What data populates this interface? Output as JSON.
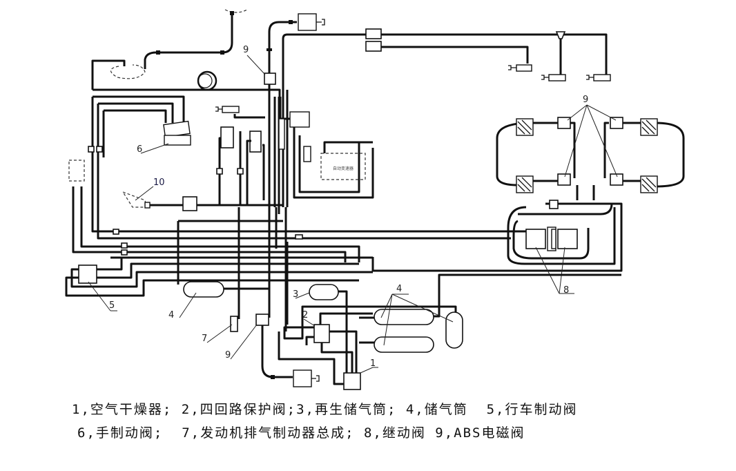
{
  "diagram": {
    "title": "Air brake system schematic",
    "callouts": {
      "c1": "1",
      "c2": "2",
      "c3": "3",
      "c4a": "4",
      "c4b": "4",
      "c5": "5",
      "c6": "6",
      "c7": "7",
      "c8": "8",
      "c9_top": "9",
      "c9_right": "9",
      "c9_bottom": "9",
      "c10": "10"
    },
    "transmission_box_label": "自动变速器"
  },
  "legend": {
    "line1": "1,空气干燥器; 2,四回路保护阀;3,再生储气筒; 4,储气筒  5,行车制动阀",
    "line2": "6,手制动阀;  7,发动机排气制动器总成; 8,继动阀 9,ABS电磁阀",
    "items": [
      {
        "number": "1",
        "label": "空气干燥器"
      },
      {
        "number": "2",
        "label": "四回路保护阀"
      },
      {
        "number": "3",
        "label": "再生储气筒"
      },
      {
        "number": "4",
        "label": "储气筒"
      },
      {
        "number": "5",
        "label": "行车制动阀"
      },
      {
        "number": "6",
        "label": "手制动阀"
      },
      {
        "number": "7",
        "label": "发动机排气制动器总成"
      },
      {
        "number": "8",
        "label": "继动阀"
      },
      {
        "number": "9",
        "label": "ABS电磁阀"
      }
    ]
  }
}
